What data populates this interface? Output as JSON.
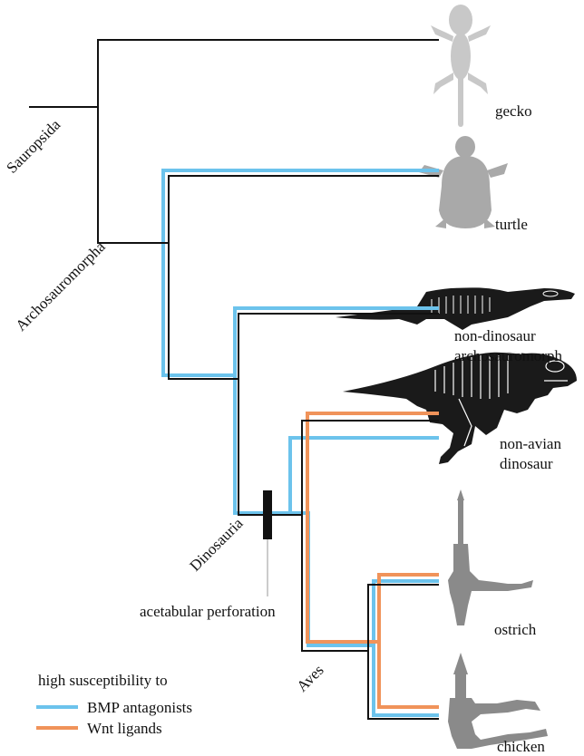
{
  "taxa": {
    "gecko": "gecko",
    "turtle": "turtle",
    "non_dinosaur_line1": "non-dinosaur",
    "non_dinosaur_line2": "archosauromorph",
    "non_avian_line1": "non-avian",
    "non_avian_line2": "dinosaur",
    "ostrich": "ostrich",
    "chicken": "chicken"
  },
  "clades": {
    "sauropsida": "Sauropsida",
    "archosauromorpha": "Archosauromorpha",
    "dinosauria": "Dinosauria",
    "aves": "Aves"
  },
  "character": {
    "label": "acetabular perforation"
  },
  "legend": {
    "title": "high susceptibility to",
    "items": [
      {
        "label": "BMP antagonists",
        "color": "#6cc3ec"
      },
      {
        "label": "Wnt ligands",
        "color": "#f0935a"
      }
    ]
  },
  "colors": {
    "branch": "#111111",
    "bmp": "#6cc3ec",
    "wnt": "#f0935a",
    "gecko_silhouette": "#c8c8c8",
    "turtle_silhouette": "#a9a9a9",
    "bird_silhouette": "#8a8a8a",
    "marker": "#111111"
  },
  "icons": {
    "gecko": "gecko-silhouette",
    "turtle": "turtle-silhouette",
    "archosauromorph": "archosauromorph-skeleton",
    "dinosaur": "tyrannosaur-skeleton",
    "ostrich": "ostrich-pelvis",
    "chicken": "chicken-pelvis"
  }
}
